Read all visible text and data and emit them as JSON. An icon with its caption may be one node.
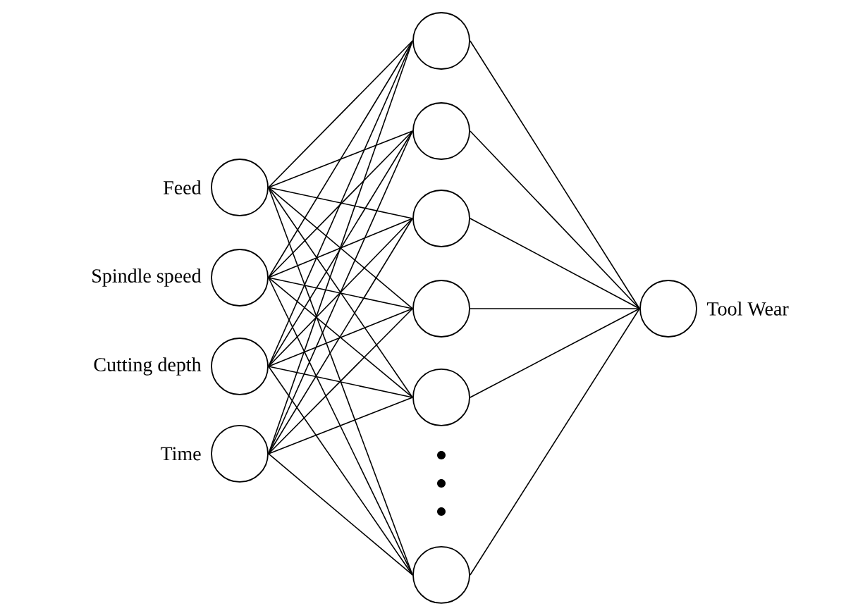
{
  "diagram": {
    "nodes": [
      {
        "text": [],
        "shape": "circle",
        "beside": [
          "Feed"
        ]
      },
      {
        "text": [],
        "shape": "circle",
        "beside": [
          "Spindle speed"
        ]
      },
      {
        "text": [],
        "shape": "circle",
        "beside": [
          "Cutting depth"
        ]
      },
      {
        "text": [],
        "shape": "circle",
        "beside": [
          "Time"
        ]
      },
      {
        "text": [],
        "shape": "circle"
      },
      {
        "text": [],
        "shape": "circle"
      },
      {
        "text": [],
        "shape": "circle"
      },
      {
        "text": [],
        "shape": "circle"
      },
      {
        "text": [],
        "shape": "circle"
      },
      {
        "text": [],
        "shape": "circle"
      },
      {
        "text": [],
        "shape": "circle",
        "beside": [
          "Tool Wear"
        ]
      }
    ],
    "edges": [
      {
        "from": 0,
        "to": 4,
        "arrow": "none"
      },
      {
        "from": 0,
        "to": 5,
        "arrow": "none"
      },
      {
        "from": 0,
        "to": 6,
        "arrow": "none"
      },
      {
        "from": 0,
        "to": 7,
        "arrow": "none"
      },
      {
        "from": 0,
        "to": 8,
        "arrow": "none"
      },
      {
        "from": 0,
        "to": 9,
        "arrow": "none"
      },
      {
        "from": 1,
        "to": 4,
        "arrow": "none"
      },
      {
        "from": 1,
        "to": 5,
        "arrow": "none"
      },
      {
        "from": 1,
        "to": 6,
        "arrow": "none"
      },
      {
        "from": 1,
        "to": 7,
        "arrow": "none"
      },
      {
        "from": 1,
        "to": 8,
        "arrow": "none"
      },
      {
        "from": 1,
        "to": 9,
        "arrow": "none"
      },
      {
        "from": 2,
        "to": 4,
        "arrow": "none"
      },
      {
        "from": 2,
        "to": 5,
        "arrow": "none"
      },
      {
        "from": 2,
        "to": 6,
        "arrow": "none"
      },
      {
        "from": 2,
        "to": 7,
        "arrow": "none"
      },
      {
        "from": 2,
        "to": 8,
        "arrow": "none"
      },
      {
        "from": 2,
        "to": 9,
        "arrow": "none"
      },
      {
        "from": 3,
        "to": 4,
        "arrow": "none"
      },
      {
        "from": 3,
        "to": 5,
        "arrow": "none"
      },
      {
        "from": 3,
        "to": 6,
        "arrow": "none"
      },
      {
        "from": 3,
        "to": 7,
        "arrow": "none"
      },
      {
        "from": 3,
        "to": 8,
        "arrow": "none"
      },
      {
        "from": 3,
        "to": 9,
        "arrow": "none"
      },
      {
        "from": 4,
        "to": 10,
        "arrow": "none"
      },
      {
        "from": 5,
        "to": 10,
        "arrow": "none"
      },
      {
        "from": 6,
        "to": 10,
        "arrow": "none"
      },
      {
        "from": 7,
        "to": 10,
        "arrow": "none"
      },
      {
        "from": 8,
        "to": 10,
        "arrow": "none"
      },
      {
        "from": 9,
        "to": 10,
        "arrow": "none"
      }
    ]
  }
}
